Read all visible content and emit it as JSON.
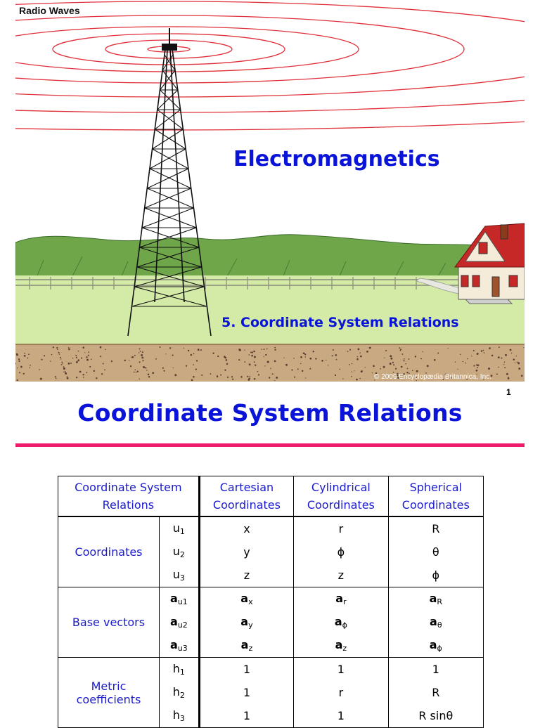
{
  "slide1": {
    "caption": "Radio Waves",
    "title": "Electromagnetics",
    "subtitle": "5. Coordinate System Relations",
    "credit": "© 2009 Encyclopædia Britannica, Inc."
  },
  "page_number": "1",
  "slide2": {
    "title": "Coordinate System Relations",
    "table": {
      "headers": [
        "Coordinate System Relations",
        "Cartesian Coordinates",
        "Cylindrical Coordinates",
        "Spherical Coordinates"
      ],
      "groups": [
        {
          "label": "Coordinates",
          "rows": [
            {
              "u": "u",
              "us": "1",
              "cart": "x",
              "cyl": "r",
              "sph": "R"
            },
            {
              "u": "u",
              "us": "2",
              "cart": "y",
              "cyl": "ϕ",
              "sph": "θ"
            },
            {
              "u": "u",
              "us": "3",
              "cart": "z",
              "cyl": "z",
              "sph": "ϕ"
            }
          ]
        },
        {
          "label": "Base vectors",
          "rows": [
            {
              "u": "a",
              "us": "u1",
              "cart": "a",
              "cs": "x",
              "cyl": "a",
              "ys": "r",
              "sph": "a",
              "ss": "R"
            },
            {
              "u": "a",
              "us": "u2",
              "cart": "a",
              "cs": "y",
              "cyl": "a",
              "ys": "ϕ",
              "sph": "a",
              "ss": "θ"
            },
            {
              "u": "a",
              "us": "u3",
              "cart": "a",
              "cs": "z",
              "cyl": "a",
              "ys": "z",
              "sph": "a",
              "ss": "ϕ"
            }
          ]
        },
        {
          "label_line1": "Metric",
          "label_line2": "coefficients",
          "rows": [
            {
              "u": "h",
              "us": "1",
              "cart": "1",
              "cyl": "1",
              "sph": "1"
            },
            {
              "u": "h",
              "us": "2",
              "cart": "1",
              "cyl": "r",
              "sph": "R"
            },
            {
              "u": "h",
              "us": "3",
              "cart": "1",
              "cyl": "1",
              "sph": "R sinθ"
            }
          ]
        }
      ]
    }
  }
}
